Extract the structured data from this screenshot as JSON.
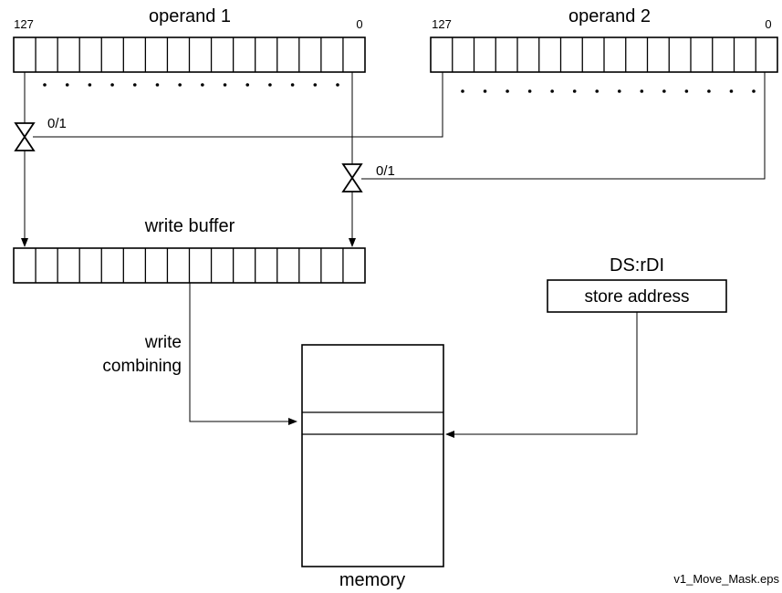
{
  "operand1": {
    "title": "operand 1",
    "msb_label": "127",
    "lsb_label": "0"
  },
  "operand2": {
    "title": "operand 2",
    "msb_label": "127",
    "lsb_label": "0"
  },
  "switch_label_1": "0/1",
  "switch_label_2": "0/1",
  "write_buffer": {
    "title": "write buffer"
  },
  "write_combining": {
    "line1": "write",
    "line2": "combining"
  },
  "ds_register": {
    "title": "DS:rDI",
    "box_label": "store address"
  },
  "memory": {
    "title": "memory"
  },
  "filename": "v1_Move_Mask.eps"
}
